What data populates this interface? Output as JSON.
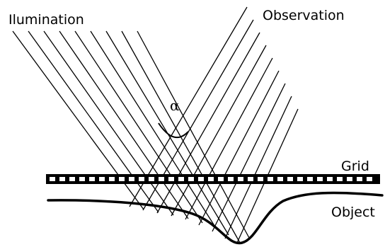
{
  "labels": {
    "illumination": "Ilumination",
    "observation": "Observation",
    "angle": "α",
    "grid": "Grid",
    "object": "Object"
  },
  "colors": {
    "ink": "#000000",
    "background": "#ffffff"
  },
  "rays": {
    "illumination_count": 9,
    "observation_count": 9
  }
}
